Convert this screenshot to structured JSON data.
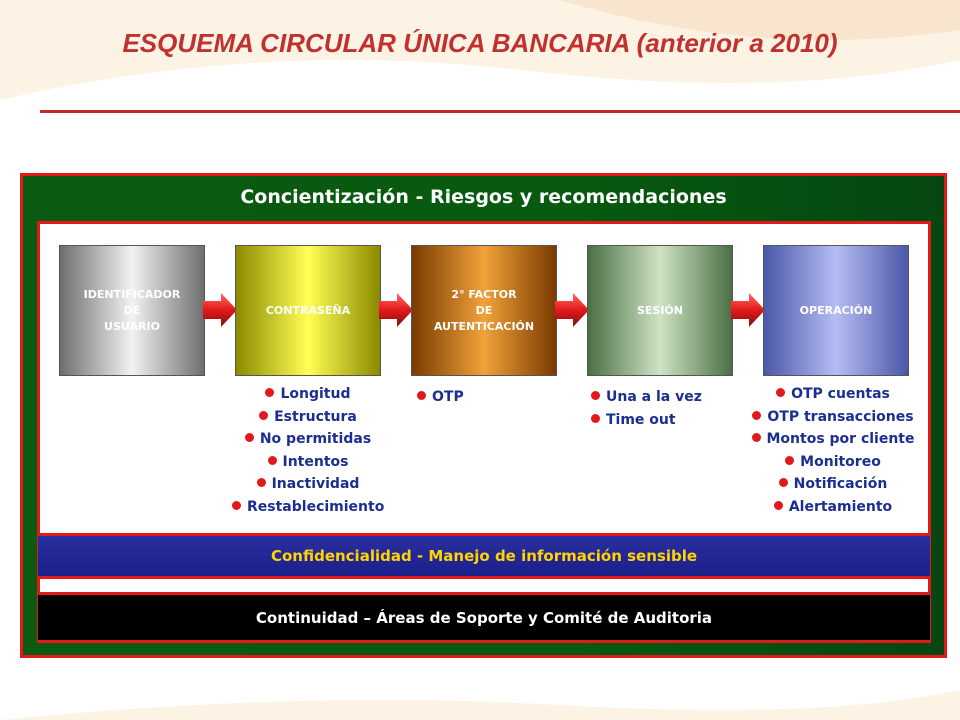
{
  "title": "ESQUEMA CIRCULAR ÚNICA BANCARIA (anterior a 2010)",
  "outer_title": "Concientización - Riesgos y recomendaciones",
  "boxes": [
    {
      "lines": [
        "IDENTIFICADOR",
        "DE",
        "USUARIO"
      ]
    },
    {
      "lines": [
        "CONTRASEÑA"
      ]
    },
    {
      "lines": [
        "2° FACTOR",
        "DE",
        "AUTENTICACIÓN"
      ]
    },
    {
      "lines": [
        "SESIÓN"
      ]
    },
    {
      "lines": [
        "OPERACIÓN"
      ]
    }
  ],
  "bullets": {
    "contrasena": [
      "Longitud",
      "Estructura",
      "No permitidas",
      "Intentos",
      "Inactividad",
      "Restablecimiento"
    ],
    "factor": [
      "OTP"
    ],
    "sesion": [
      "Una a la vez",
      "Time out"
    ],
    "operacion": [
      "OTP cuentas",
      "OTP transacciones",
      "Montos por cliente",
      "Monitoreo",
      "Notificación",
      "Alertamiento"
    ]
  },
  "confidencialidad": "Confidencialidad  - Manejo de información sensible",
  "continuidad": "Continuidad  – Áreas de Soporte y Comité de Auditoria",
  "colors": {
    "title": "#c0312f",
    "frame_green": "#075a0f",
    "frame_red": "#e2191b",
    "bullet_text": "#1a2f8f",
    "band_blue": "#1b1f8a",
    "band_yellow_text": "#ffd400"
  }
}
